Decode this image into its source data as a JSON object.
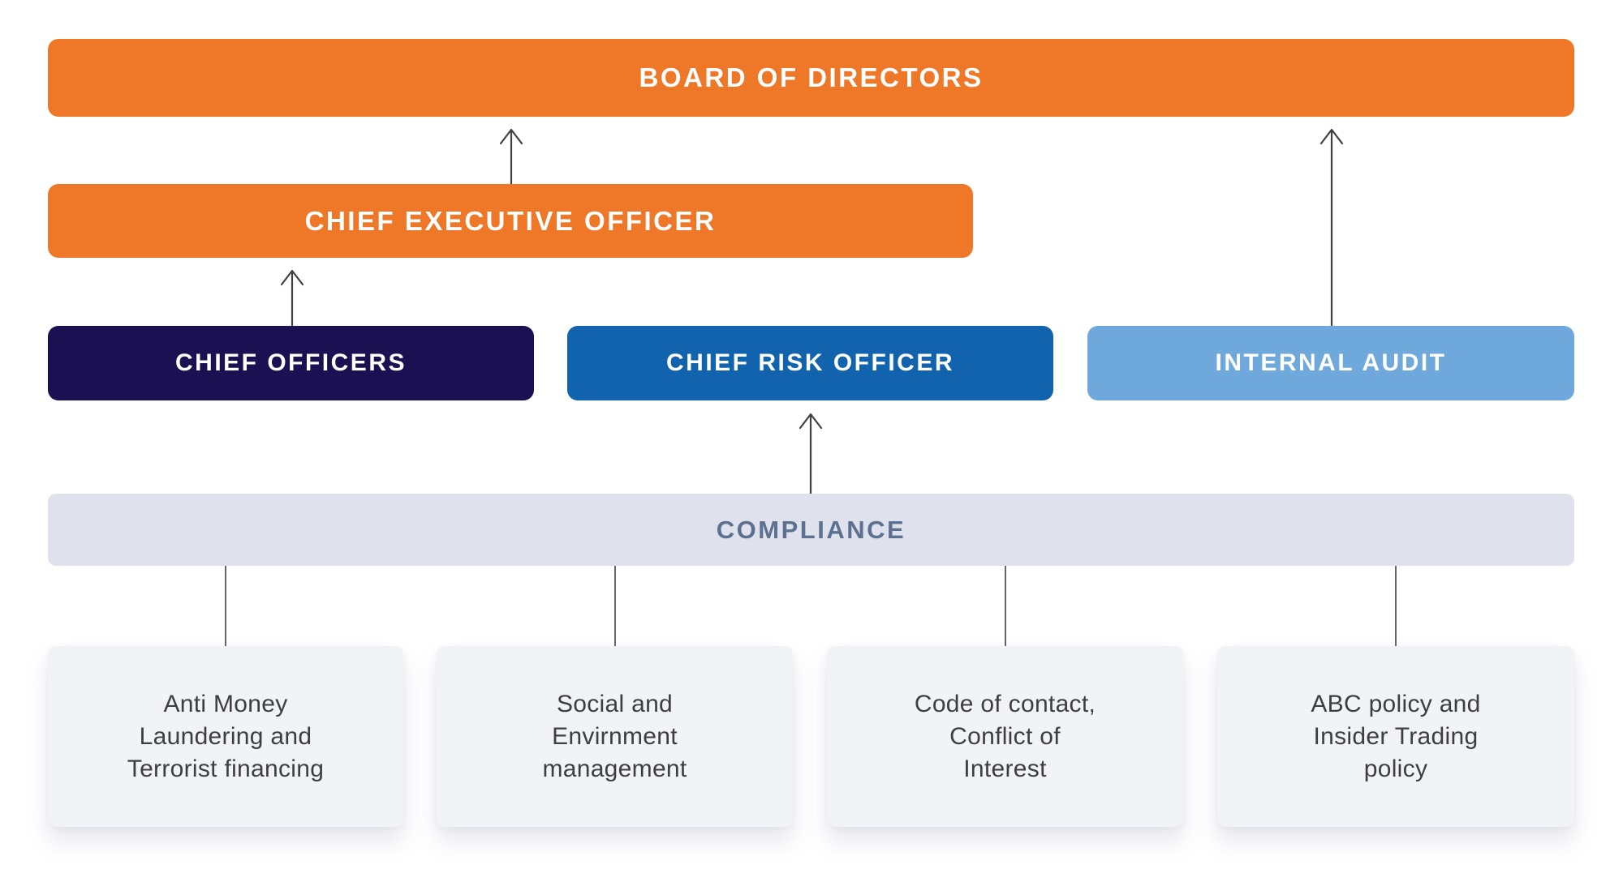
{
  "colors": {
    "page-bg": "#ffffff",
    "orange": "#EF7828",
    "navy": "#1B1051",
    "blue": "#1263AD",
    "light-blue": "#6FA9DC",
    "compliance-bg": "#DFE2EC",
    "compliance-text": "#5C7191",
    "card-bg": "#F2F3F7",
    "card-text": "#3E3E40",
    "line": "#404040",
    "label-text": "#ffffff"
  },
  "nodes": {
    "board": {
      "label": "BOARD OF DIRECTORS"
    },
    "ceo": {
      "label": "CHIEF EXECUTIVE OFFICER"
    },
    "chief_officers": {
      "label": "CHIEF OFFICERS"
    },
    "chief_risk_officer": {
      "label": "CHIEF RISK OFFICER"
    },
    "internal_audit": {
      "label": "INTERNAL AUDIT"
    },
    "compliance": {
      "label": "COMPLIANCE"
    },
    "policies": [
      {
        "label": "Anti Money\nLaundering and\nTerrorist financing"
      },
      {
        "label": "Social and\nEnvirnment\nmanagement"
      },
      {
        "label": "Code of contact,\nConflict of\nInterest"
      },
      {
        "label": "ABC policy and\nInsider Trading\npolicy"
      }
    ]
  }
}
